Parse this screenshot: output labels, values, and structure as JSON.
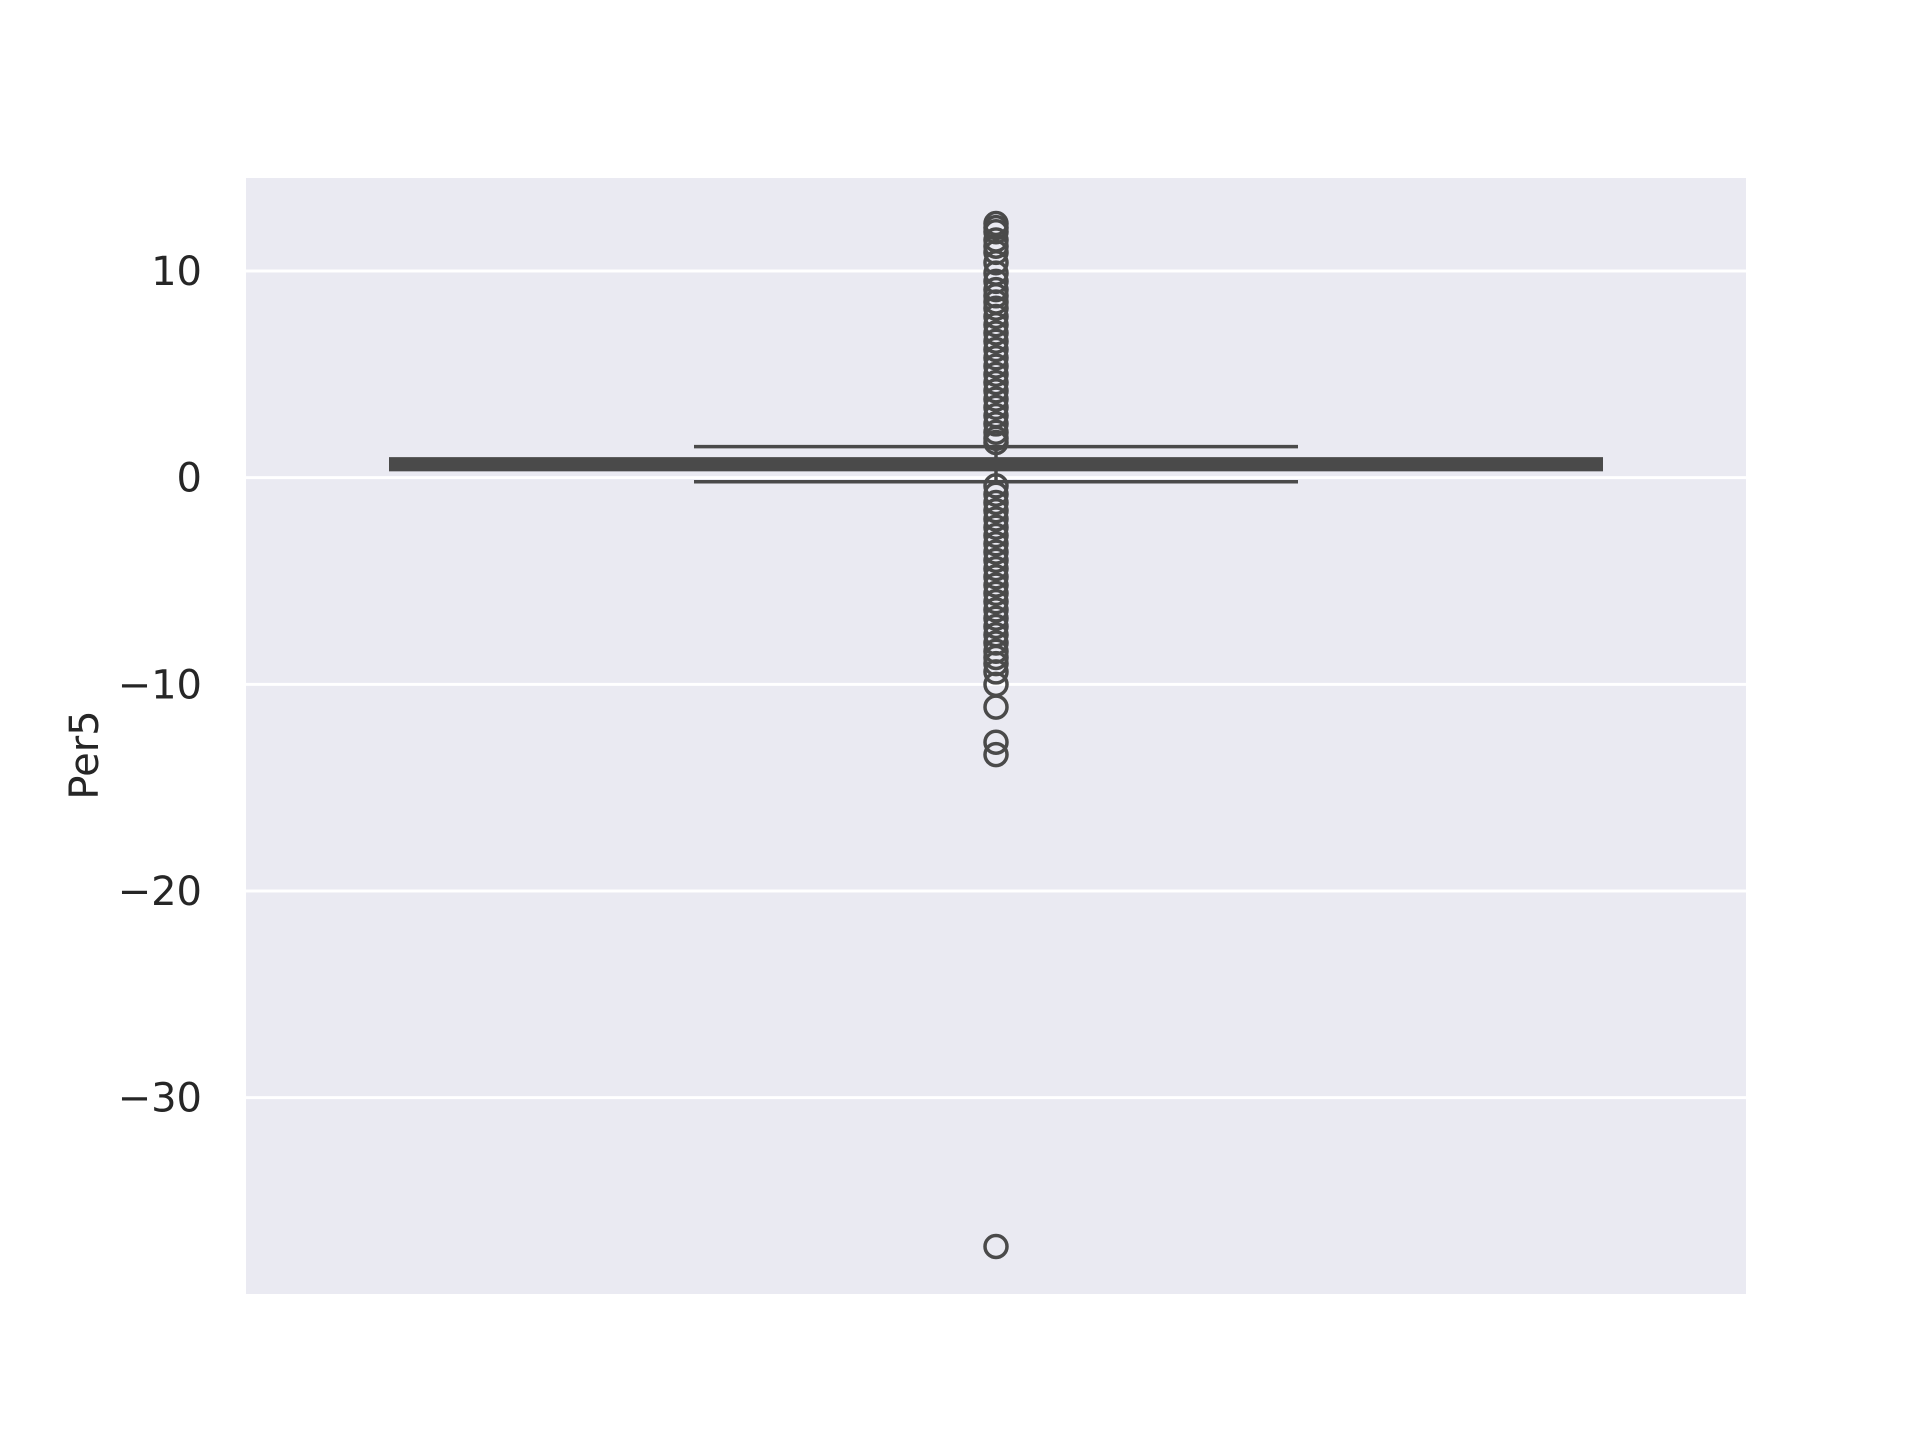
{
  "chart_data": {
    "type": "box",
    "title": "",
    "xlabel": "",
    "ylabel": "Per5",
    "ylim": [
      -39.5,
      14.5
    ],
    "yticks": [
      10,
      0,
      -10,
      -20,
      -30
    ],
    "ytick_labels": [
      "10",
      "0",
      "−10",
      "−20",
      "−30"
    ],
    "grid": true,
    "colors": {
      "background": "#eaeaf2",
      "grid": "#ffffff",
      "box_line": "#4a4a4a"
    },
    "box": {
      "q1": 0.5,
      "median": 0.6,
      "q3": 0.8,
      "whisker_low": -0.2,
      "whisker_high": 1.5
    },
    "outliers": [
      12.3,
      12.1,
      11.9,
      11.5,
      11.2,
      10.9,
      10.4,
      9.9,
      9.5,
      9.1,
      8.8,
      8.5,
      8.2,
      7.8,
      7.4,
      7.0,
      6.6,
      6.2,
      5.8,
      5.4,
      5.0,
      4.6,
      4.2,
      3.8,
      3.4,
      3.0,
      2.6,
      2.2,
      1.9,
      1.7,
      -0.4,
      -0.8,
      -1.2,
      -1.6,
      -2.0,
      -2.4,
      -2.8,
      -3.2,
      -3.6,
      -4.0,
      -4.4,
      -4.8,
      -5.2,
      -5.6,
      -6.0,
      -6.4,
      -6.8,
      -7.2,
      -7.6,
      -8.0,
      -8.4,
      -8.7,
      -9.0,
      -9.4,
      -10.0,
      -11.1,
      -12.8,
      -13.4,
      -37.2
    ]
  }
}
